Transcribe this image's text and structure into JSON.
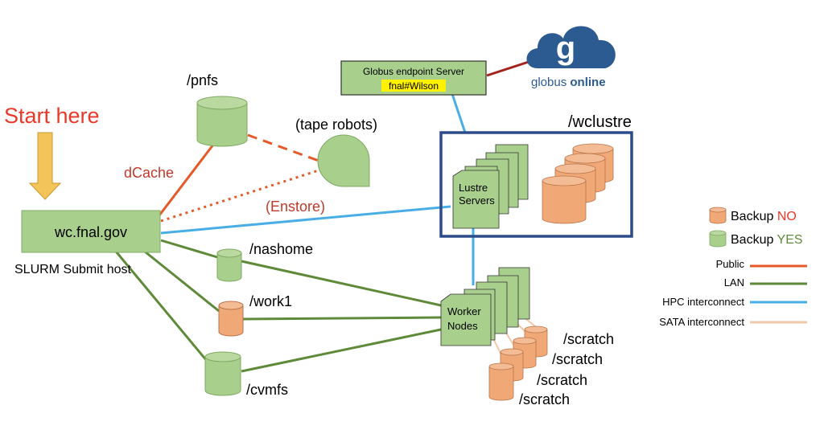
{
  "start": {
    "label": "Start here"
  },
  "submit_host": {
    "name": "wc.fnal.gov",
    "caption": "SLURM Submit host"
  },
  "pnfs": {
    "label": "/pnfs",
    "dcache_label": "dCache"
  },
  "tape": {
    "label": "(tape robots)",
    "enstore_label": "(Enstore)"
  },
  "globus": {
    "server_title": "Globus endpoint Server",
    "server_endpoint": "fnal#Wilson",
    "logo_word1": "globus",
    "logo_word2": "online",
    "logo_glyph": "g"
  },
  "wclustre": {
    "label": "/wclustre",
    "servers_line1": "Lustre",
    "servers_line2": "Servers"
  },
  "storage": {
    "nashome": "/nashome",
    "work1": "/work1",
    "cvmfs": "/cvmfs"
  },
  "worker": {
    "line1": "Worker",
    "line2": "Nodes"
  },
  "scratch": [
    "/scratch",
    "/scratch",
    "/scratch",
    "/scratch"
  ],
  "legend": {
    "backup_no_prefix": "Backup",
    "backup_no_word": "NO",
    "backup_yes_prefix": "Backup",
    "backup_yes_word": "YES",
    "lines": [
      "Public",
      "LAN",
      "HPC interconnect",
      "SATA interconnect"
    ]
  },
  "colors": {
    "public": "#e65a2a",
    "lan": "#5f8a3a",
    "hpc": "#4aaee6",
    "sata": "#f2c9a8",
    "enstore": "#c0392b",
    "start": "#e8392a",
    "arrow": "#f2c45a",
    "green_fill": "#a9cf8d",
    "orange_fill": "#f0a876",
    "frame": "#2d4a8a",
    "globus_blue": "#2b5b91",
    "globus_link": "#a3231f",
    "highlight": "#fff200"
  }
}
